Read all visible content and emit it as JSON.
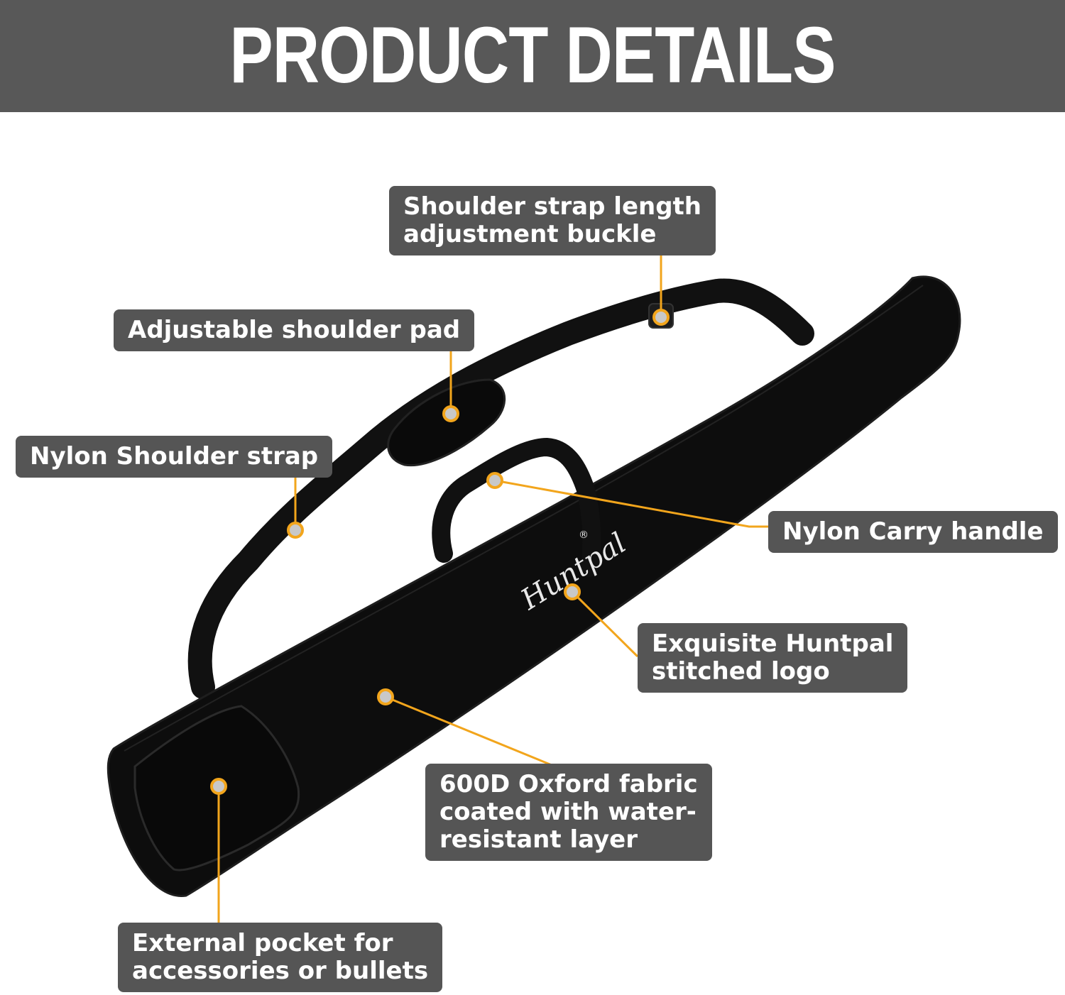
{
  "header": {
    "title": "PRODUCT DETAILS"
  },
  "colors": {
    "header_bg": "#585858",
    "callout_bg": "#555555",
    "leader_line": "#f2a51c",
    "bag": "#0d0d0d"
  },
  "product": {
    "brand_logo": "Huntpal"
  },
  "callouts": {
    "buckle": {
      "line1": "Shoulder strap length",
      "line2": "adjustment buckle"
    },
    "shoulder_pad": {
      "line1": "Adjustable shoulder pad"
    },
    "nylon_strap": {
      "line1": "Nylon Shoulder strap"
    },
    "carry_handle": {
      "line1": "Nylon Carry handle"
    },
    "logo": {
      "line1": "Exquisite Huntpal",
      "line2": "stitched logo"
    },
    "fabric": {
      "line1": "600D Oxford fabric",
      "line2": "coated with water-",
      "line3": "resistant layer"
    },
    "pocket": {
      "line1": "External pocket for",
      "line2": "accessories or bullets"
    }
  }
}
